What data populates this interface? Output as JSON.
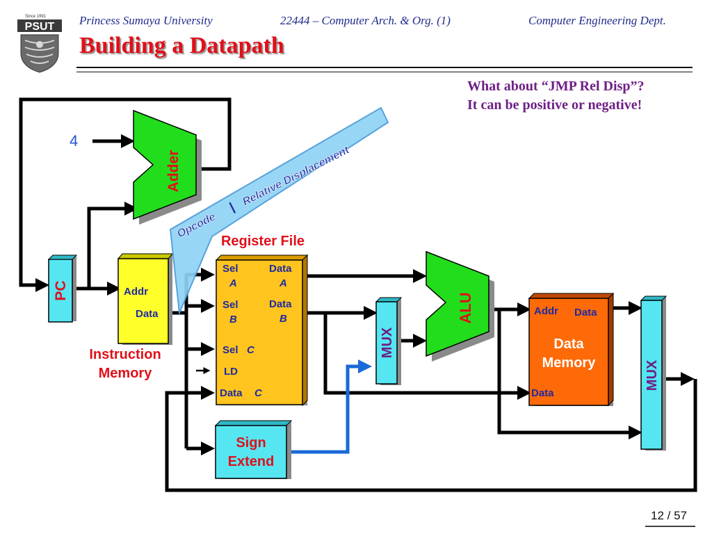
{
  "header": {
    "university": "Princess Sumaya University",
    "course": "22444 – Computer Arch. & Org. (1)",
    "department": "Computer Engineering Dept."
  },
  "logo": {
    "since": "Since 1991",
    "text": "PSUT",
    "icon": "psut-logo-icon"
  },
  "slide": {
    "title": "Building a Datapath",
    "page": "12 / 57"
  },
  "note": {
    "line1": "What about “JMP   Rel Disp”?",
    "line2": "It can be positive or negative!"
  },
  "diagram": {
    "constant_four": "4",
    "adder": "Adder",
    "pc": "PC",
    "instruction_memory": {
      "addr": "Addr",
      "data": "Data",
      "label_line1": "Instruction",
      "label_line2": "Memory"
    },
    "register_file": {
      "title": "Register File",
      "sel": "Sel",
      "data": "Data",
      "a": "A",
      "b": "B",
      "c": "C",
      "ld": "LD"
    },
    "mux1": "MUX",
    "alu": "ALU",
    "data_memory": {
      "addr": "Addr",
      "data_out": "Data",
      "label_line1": "Data",
      "label_line2": "Memory",
      "data_in": "Data"
    },
    "mux2": "MUX",
    "sign_extend": {
      "line1": "Sign",
      "line2": "Extend"
    },
    "callout": {
      "opcode": "Opcode",
      "separator": "|",
      "displacement": "Relative Displacement"
    }
  },
  "colors": {
    "header_blue": "#1f2a8a",
    "title_red": "#e0101a",
    "note_purple": "#6e1f86",
    "adder_green": "#22dd1c",
    "pc_cyan": "#55e6f2",
    "imem_yellow": "#ffff2a",
    "regfile_orange": "#ffc41e",
    "dmem_orange": "#ff6a08",
    "label_red": "#e0101a",
    "label_blue": "#1f2aa0",
    "callout_blue": "#8fd3f5",
    "wire_blue": "#1a6ad8"
  }
}
